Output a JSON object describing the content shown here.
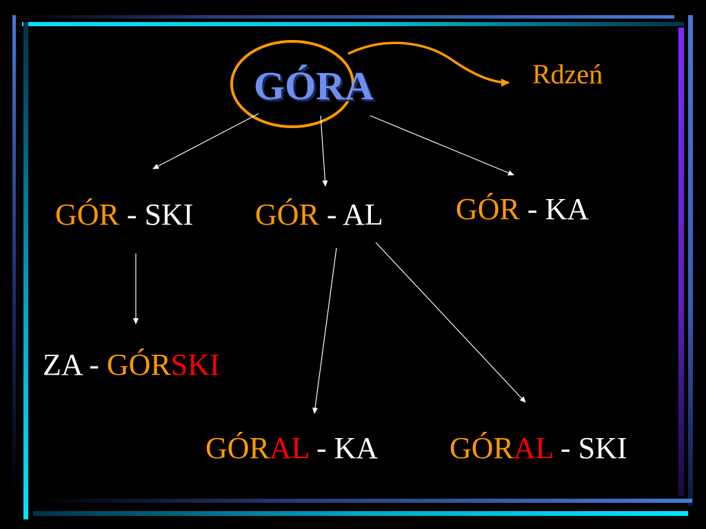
{
  "slide": {
    "title": "GÓRA",
    "root_label": "Rdzeń",
    "nodes": {
      "gorski": {
        "root": "GÓR",
        "sep": " - ",
        "suffix": "SKI"
      },
      "goral": {
        "root": "GÓR",
        "sep": " - ",
        "suffix": "AL"
      },
      "gorka": {
        "root": "GÓR",
        "sep": " - ",
        "suffix": "KA"
      },
      "zagorski": {
        "prefix": "ZA",
        "sep": " - ",
        "root": "GÓR",
        "stem": "SKI"
      },
      "goralka": {
        "root": "GÓR",
        "stem": "AL",
        "sep": " - ",
        "suffix": "KA"
      },
      "goralski": {
        "root": "GÓR",
        "stem": "AL",
        "sep": " - ",
        "suffix": "SKI"
      }
    }
  },
  "colors": {
    "background": "#000000",
    "root": "#ff9900",
    "affix": "#ffffff",
    "derived_stem": "#ff0000",
    "title": "#6f8ff0",
    "frame_cyan": "#00e5ff",
    "frame_blue": "#4a78d8",
    "frame_purple": "#7b2cff"
  }
}
